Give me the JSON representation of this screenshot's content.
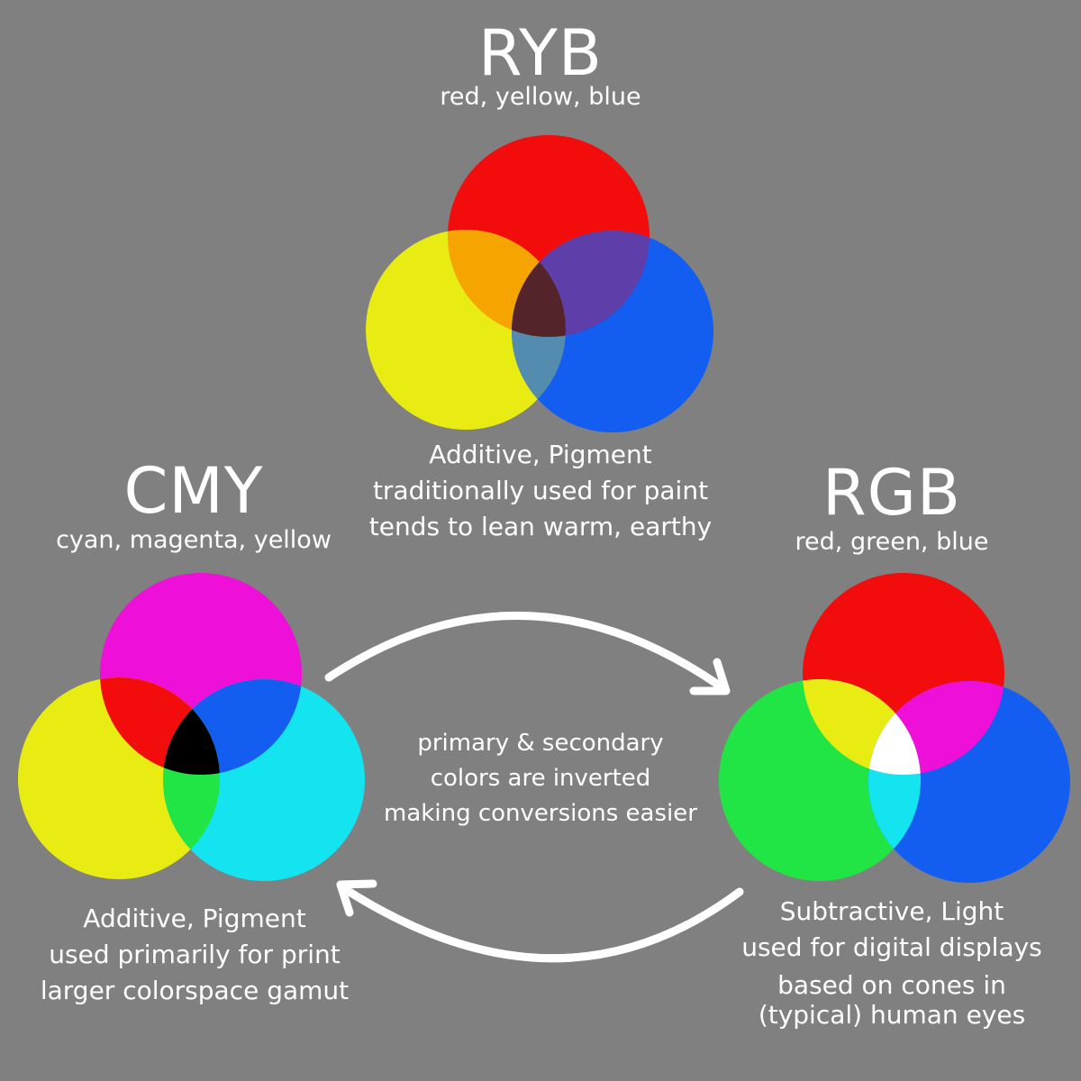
{
  "ryb": {
    "title": "RYB",
    "subtitle": "red, yellow, blue",
    "desc": [
      "Additive, Pigment",
      "traditionally used for paint",
      "tends to lean warm, earthy"
    ]
  },
  "cmy": {
    "title": "CMY",
    "subtitle": "cyan, magenta, yellow",
    "desc": [
      "Additive, Pigment",
      "used primarily for print",
      "larger colorspace gamut"
    ]
  },
  "rgb": {
    "title": "RGB",
    "subtitle": "red, green, blue",
    "desc": [
      "Subtractive, Light",
      "used for digital displays",
      "based on cones in",
      "(typical) human eyes"
    ]
  },
  "center_note": [
    "primary & secondary",
    "colors are inverted",
    "making conversions easier"
  ],
  "colors": {
    "background": "#808080",
    "text": "#ffffff",
    "ryb_red": "#f20c0c",
    "ryb_yellow": "#e8ec12",
    "ryb_blue": "#135df0",
    "ryb_red_yellow": "#f5a400",
    "ryb_red_blue": "#5e3ea8",
    "ryb_yellow_blue": "#538caf",
    "ryb_center": "#55242b",
    "cmy_magenta": "#ee10d8",
    "cmy_yellow": "#e8ec12",
    "cmy_cyan": "#13e4ef",
    "cmy_magenta_yellow": "#f20c0c",
    "cmy_magenta_cyan": "#135df0",
    "cmy_yellow_cyan": "#20e545",
    "cmy_center": "#000000",
    "rgb_red": "#f20c0c",
    "rgb_green": "#20e545",
    "rgb_blue": "#135df0",
    "rgb_red_green": "#e8ec12",
    "rgb_red_blue": "#ee10d8",
    "rgb_green_blue": "#13e4ef",
    "rgb_center": "#ffffff"
  },
  "icons": [
    "arrow-right-icon",
    "arrow-left-icon"
  ]
}
